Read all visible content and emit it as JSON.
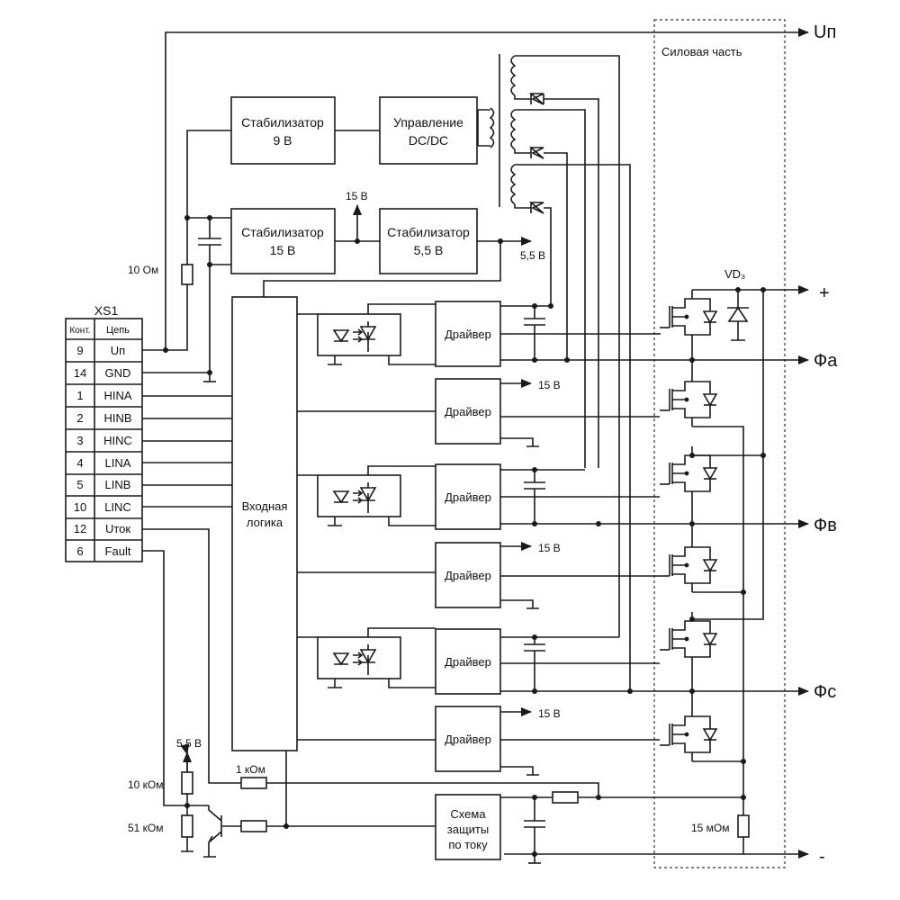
{
  "labels": {
    "un_out": "Uп",
    "power_part": "Силовая часть",
    "stab9": [
      "Стабилизатор",
      "9 В"
    ],
    "dcdc": [
      "Управление",
      "DC/DC"
    ],
    "stab15": [
      "Стабилизатор",
      "15 В"
    ],
    "stab55": [
      "Стабилизатор",
      "5,5 В"
    ],
    "v15": "15 В",
    "v55": "5,5 В",
    "r10": "10 Ом",
    "vd3": "VD₃",
    "plus": "+",
    "minus": "-",
    "phase_a": "Фа",
    "phase_b": "Фв",
    "phase_c": "Фс",
    "input_logic": [
      "Входная",
      "логика"
    ],
    "driver": "Драйвер",
    "prot": [
      "Схема",
      "защиты",
      "по току"
    ],
    "r15m": "15 мОм",
    "r1k": "1 кОм",
    "r10k": "10 кОм",
    "r51k": "51 кОм",
    "v55b": "5,5 В"
  },
  "connector": {
    "title": "XS1",
    "headers": [
      "Конт.",
      "Цепь"
    ],
    "rows": [
      [
        "9",
        "Uп"
      ],
      [
        "14",
        "GND"
      ],
      [
        "1",
        "HINA"
      ],
      [
        "2",
        "HINB"
      ],
      [
        "3",
        "HINC"
      ],
      [
        "4",
        "LINA"
      ],
      [
        "5",
        "LINB"
      ],
      [
        "10",
        "LINC"
      ],
      [
        "12",
        "Uток"
      ],
      [
        "6",
        "Fault"
      ]
    ]
  }
}
